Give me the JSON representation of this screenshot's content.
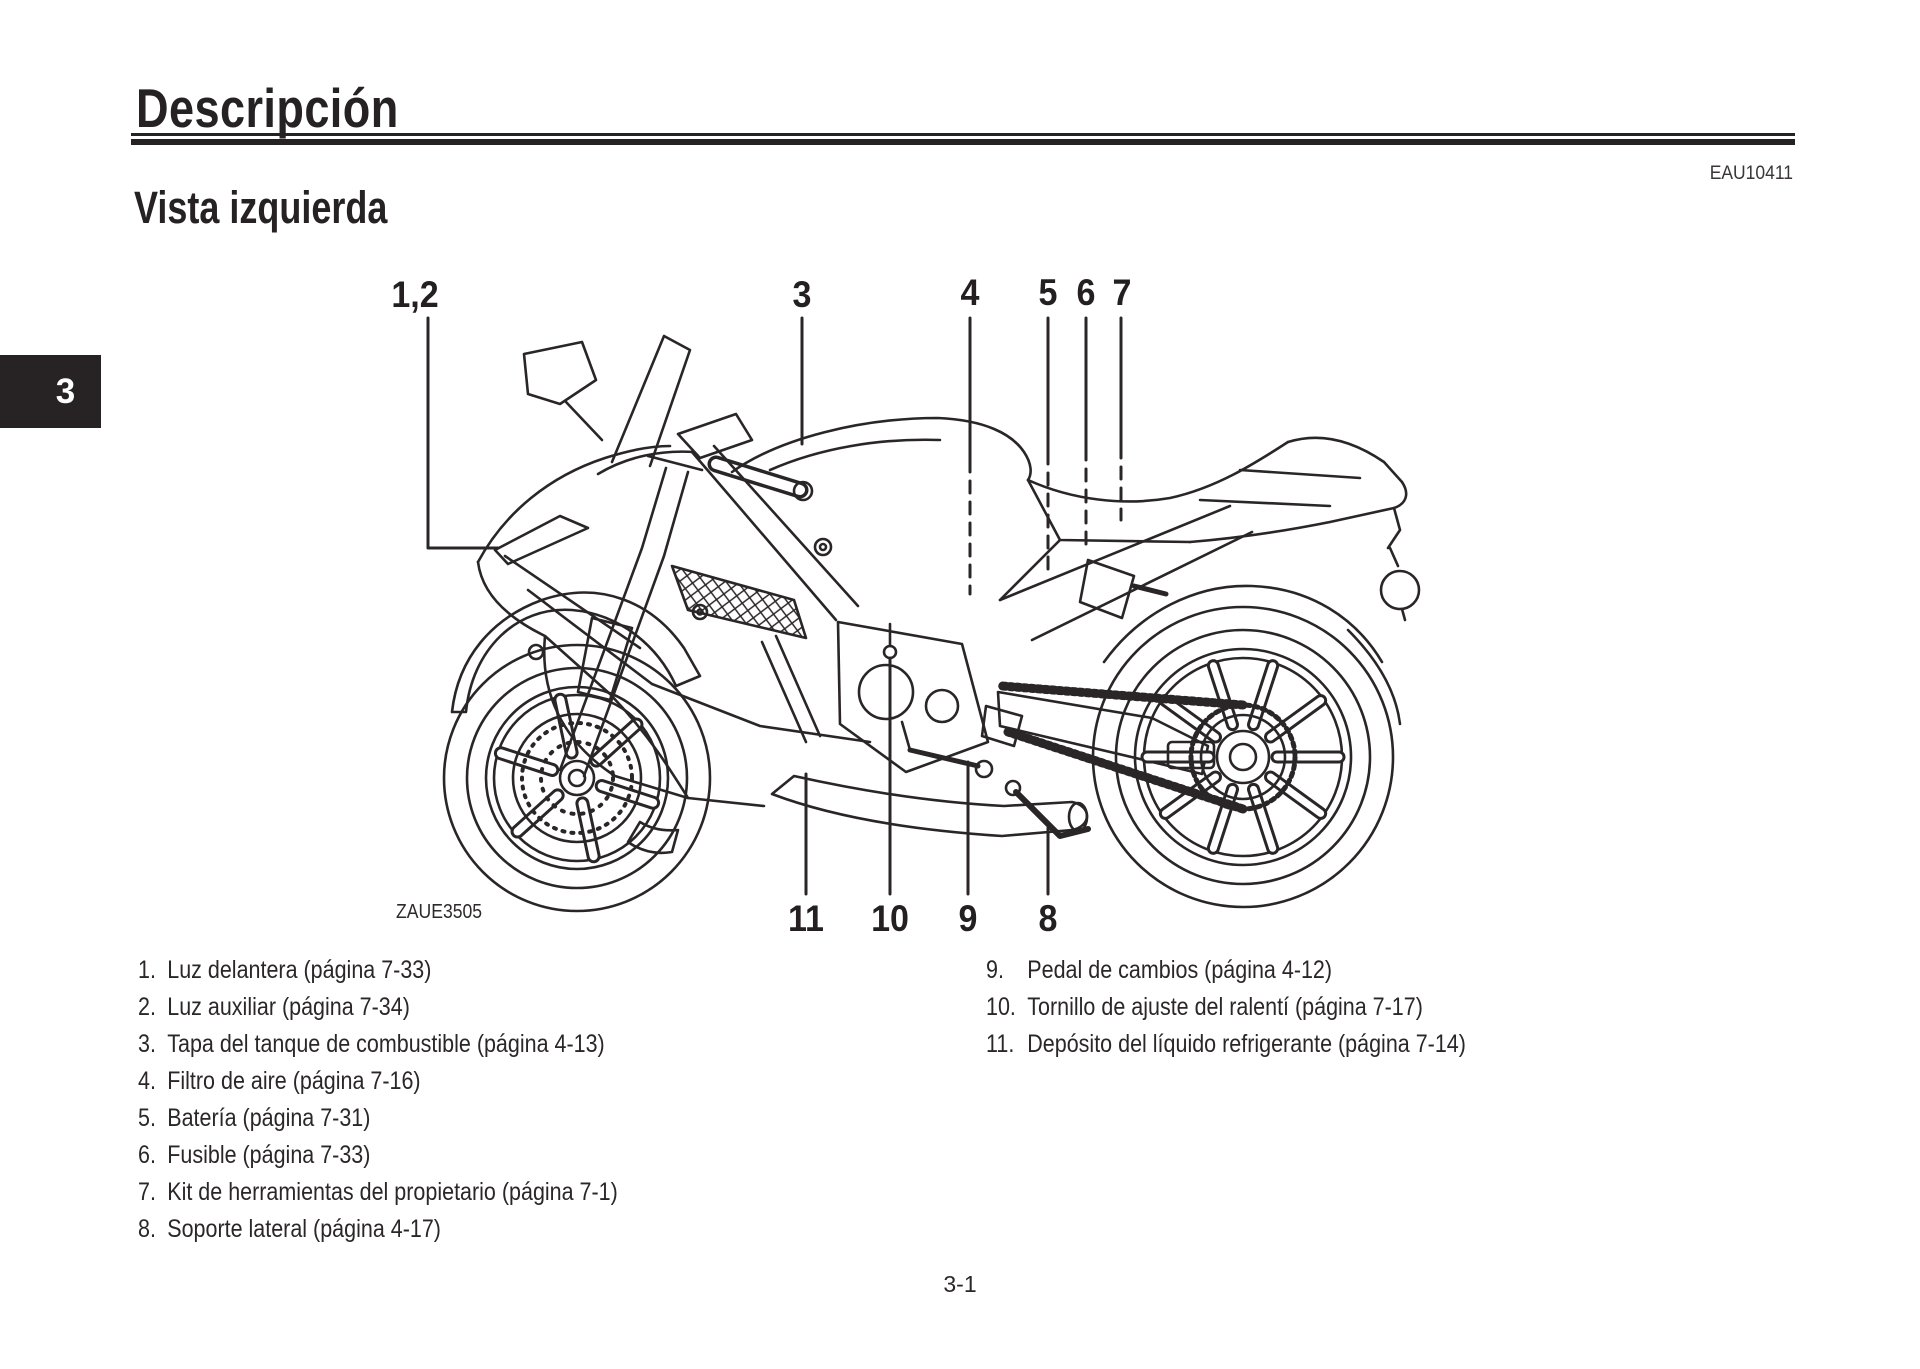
{
  "page": {
    "title": "Descripción",
    "section_title": "Vista izquierda",
    "doc_code": "EAU10411",
    "chapter_tab": "3",
    "page_number": "3-1"
  },
  "figure": {
    "caption_code": "ZAUE3505",
    "subject": "motorcycle-left-side-view",
    "callouts": [
      "1,2",
      "3",
      "4",
      "5",
      "6",
      "7",
      "11",
      "10",
      "9",
      "8"
    ]
  },
  "legend": {
    "left": [
      {
        "num": "1.",
        "text": "Luz delantera (página 7-33)"
      },
      {
        "num": "2.",
        "text": "Luz auxiliar (página 7-34)"
      },
      {
        "num": "3.",
        "text": "Tapa del tanque de combustible (página 4-13)"
      },
      {
        "num": "4.",
        "text": "Filtro de aire (página 7-16)"
      },
      {
        "num": "5.",
        "text": "Batería (página 7-31)"
      },
      {
        "num": "6.",
        "text": "Fusible (página 7-33)"
      },
      {
        "num": "7.",
        "text": "Kit de herramientas del propietario (página 7-1)"
      },
      {
        "num": "8.",
        "text": "Soporte lateral (página 4-17)"
      }
    ],
    "right": [
      {
        "num": "9.",
        "text": "Pedal de cambios (página 4-12)"
      },
      {
        "num": "10.",
        "text": "Tornillo de ajuste del ralentí (página 7-17)"
      },
      {
        "num": "11.",
        "text": "Depósito del líquido refrigerante (página 7-14)"
      }
    ]
  },
  "colors": {
    "ink": "#2a2627",
    "tab_bg": "#272324",
    "tab_text": "#ffffff",
    "page_bg": "#ffffff"
  }
}
